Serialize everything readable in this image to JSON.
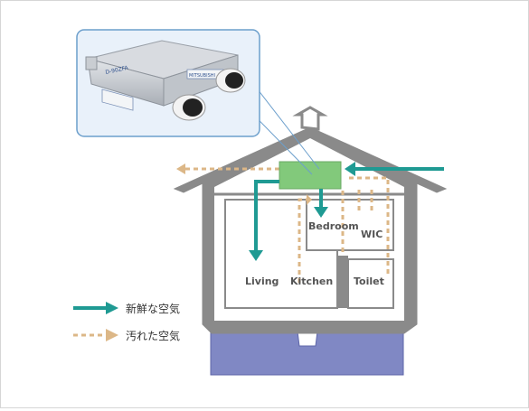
{
  "product": {
    "label_left": "D-90ZFA",
    "label_right": "MITSUBISHI",
    "colors": {
      "panel": "#e9f1fa",
      "border": "#6c9fcc"
    }
  },
  "rooms": {
    "bedroom": "Bedroom",
    "wic": "WIC",
    "living": "Living",
    "kitchen": "Kitchen",
    "toilet": "Toilet"
  },
  "legend": {
    "fresh_air": "新鮮な空気",
    "stale_air": "汚れた空気"
  },
  "colors": {
    "fresh_arrow": "#1f9a93",
    "stale_arrow": "#dcb787",
    "unit_box": "#82c97b",
    "house_outline": "#888888",
    "foundation": "#8088c4"
  }
}
